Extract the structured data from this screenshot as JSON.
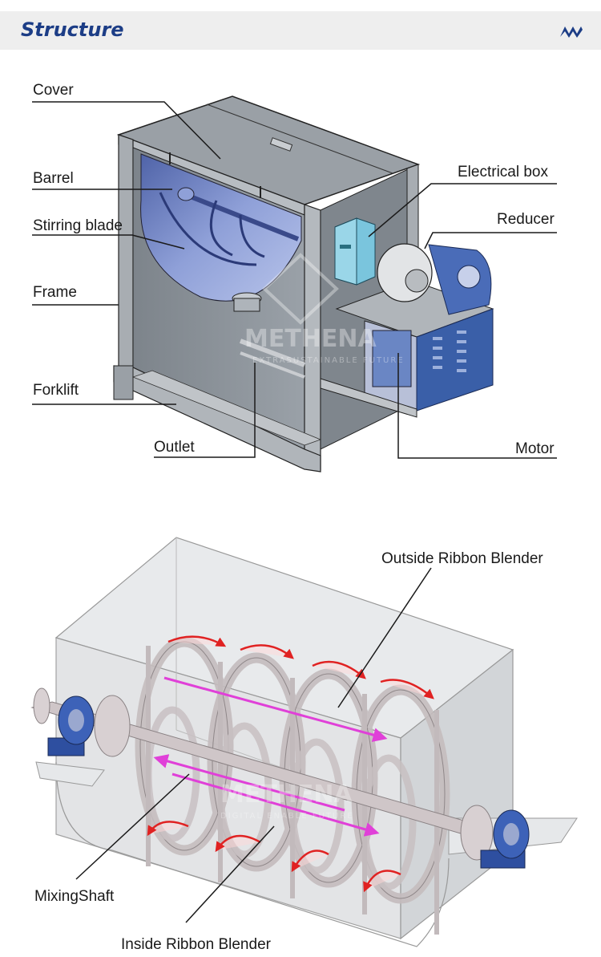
{
  "header": {
    "title": "Structure",
    "logo_icon": "methena-logo-icon"
  },
  "figure1": {
    "labels": {
      "cover": "Cover",
      "barrel": "Barrel",
      "stirring_blade": "Stirring blade",
      "frame": "Frame",
      "forklift": "Forklift",
      "outlet": "Outlet",
      "electrical_box": "Electrical box",
      "reducer": "Reducer",
      "motor": "Motor"
    },
    "watermark": "METHENA",
    "watermark_sub": "EXTRASUSTAINABLE FUTURE"
  },
  "figure2": {
    "labels": {
      "outside_ribbon": "Outside Ribbon Blender",
      "mixing_shaft": "MixingShaft",
      "inside_ribbon": "Inside Ribbon Blender"
    },
    "watermark": "METHENA",
    "watermark_sub": "DIGITAL ENABLE FUTURE"
  },
  "colors": {
    "header_bg": "#eeeeee",
    "title": "#1c3d86",
    "frame_gray": "#8d949b",
    "barrel_blue": "#6e84c4",
    "motor_blue": "#3a5fa8",
    "arrow_red": "#e02222",
    "arrow_magenta": "#e040d8"
  }
}
